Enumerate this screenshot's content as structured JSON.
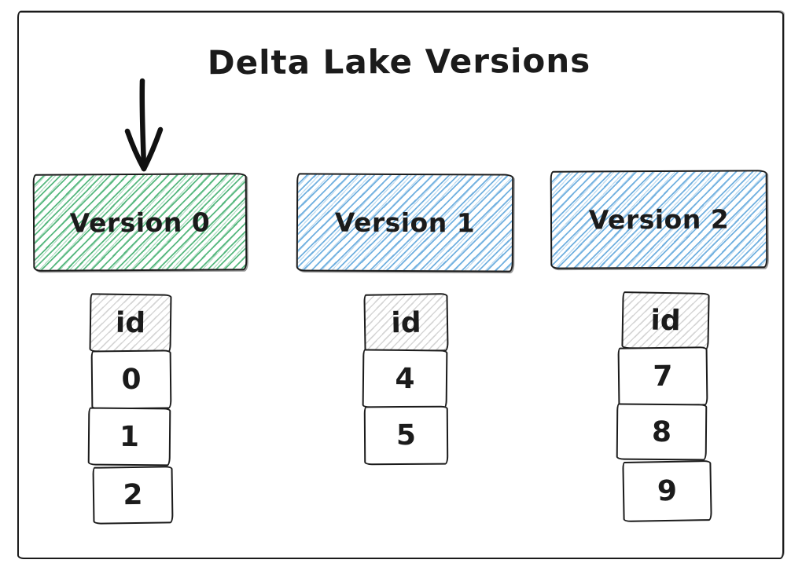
{
  "title": "Delta Lake Versions",
  "colors": {
    "stroke": "#1b1b1b",
    "green_hatch": "#57b87f",
    "blue_hatch": "#72b1e0",
    "gray_hatch": "#d6d6d6"
  },
  "icons": {
    "arrow": "down-arrow-icon"
  },
  "versions": [
    {
      "label": "Version 0",
      "fill": "green",
      "header": "id",
      "rows": [
        "0",
        "1",
        "2"
      ]
    },
    {
      "label": "Version 1",
      "fill": "blue",
      "header": "id",
      "rows": [
        "4",
        "5"
      ]
    },
    {
      "label": "Version 2",
      "fill": "blue",
      "header": "id",
      "rows": [
        "7",
        "8",
        "9"
      ]
    }
  ]
}
